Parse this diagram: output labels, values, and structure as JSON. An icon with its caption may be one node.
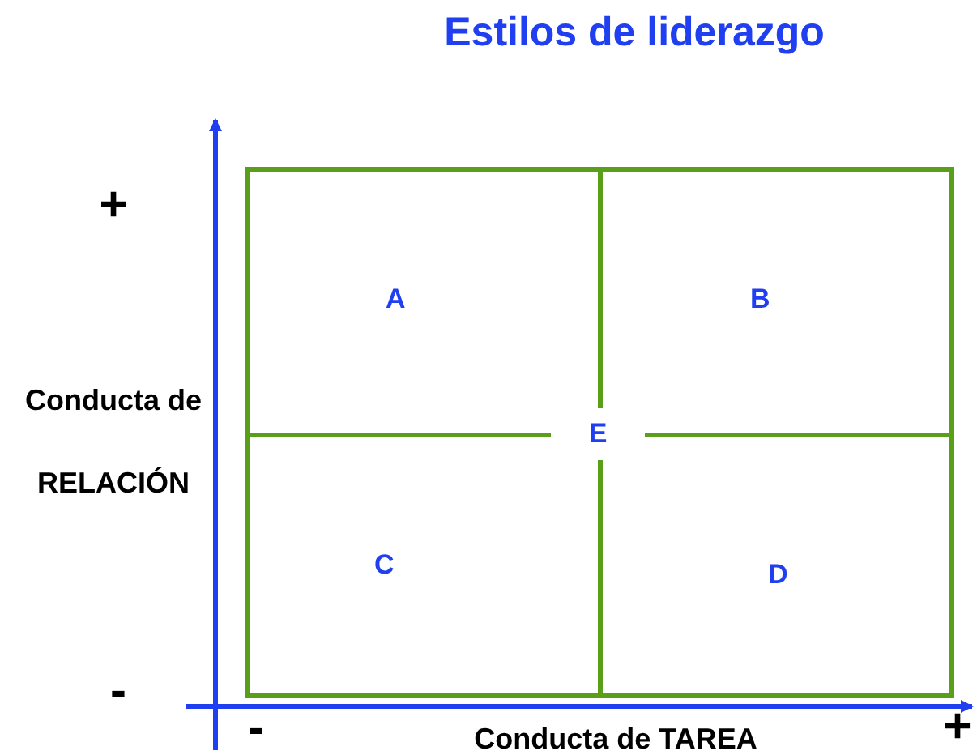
{
  "diagram": {
    "title": "Estilos de liderazgo",
    "nodes": [
      {
        "text": [
          "A"
        ]
      },
      {
        "text": [
          "B"
        ]
      },
      {
        "text": [
          "C"
        ]
      },
      {
        "text": [
          "D"
        ]
      },
      {
        "text": [
          "E"
        ]
      }
    ],
    "edges": [],
    "labels": [
      "+",
      "Conducta de RELACIÓN",
      "-",
      "-",
      "Conducta de TAREA",
      "+"
    ]
  }
}
